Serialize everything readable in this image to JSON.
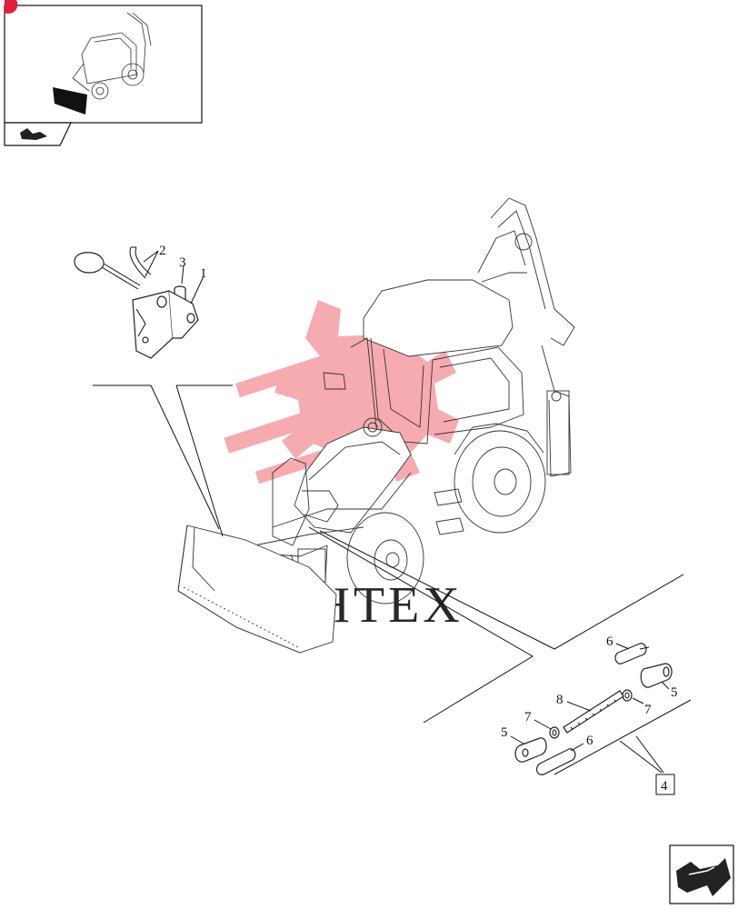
{
  "watermark": {
    "text": "ИНТЕХ",
    "color": "#f6a3a8"
  },
  "thumbnail": {
    "icon": "backhoe-loader-thumbnail-icon",
    "marker_color": "#e0203a"
  },
  "nav_icons": {
    "thumb_arrow": "return-arrow-icon",
    "corner_arrow": "next-page-arrow-icon"
  },
  "callouts": {
    "c1": "1",
    "c2": "2",
    "c3": "3",
    "c5a": "5",
    "c5b": "5",
    "c6a": "6",
    "c6b": "6",
    "c7a": "7",
    "c7b": "7",
    "c8": "8",
    "c4": "4"
  }
}
